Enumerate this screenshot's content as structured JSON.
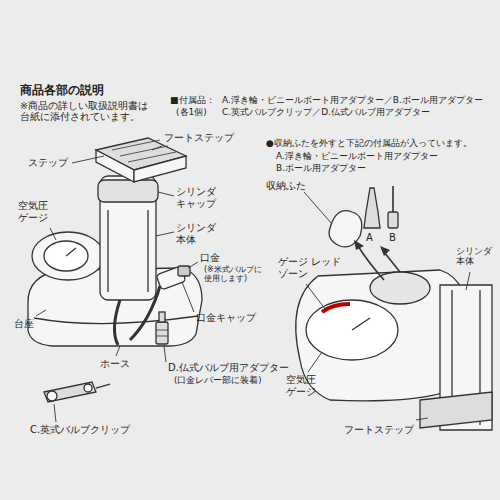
{
  "diagram": {
    "title": "商品各部の説明",
    "labels": [
      "※商品の詳しい取扱説明書は台紙に添付されています。",
      "■付属品：",
      "(各1個)",
      "A.浮き輪・ビニールボート用アダプター／B.ボール用アダプター",
      "C.英式バルブクリップ／D.仏式バルブ用アダプター",
      "フートステップ",
      "ステップ",
      "シリンダ キャップ",
      "シリンダ 本体",
      "空気圧 ゲージ",
      "口金",
      "(※米式バルブに使用します)",
      "口金キャップ",
      "台座",
      "ホース",
      "D.仏式バルブ用アダプター",
      "(口金レバー部に装着)",
      "C.英式バルブクリップ",
      "●収納ふたを外すと下記の付属品が入っています。",
      "A.浮き輪・ビニールボート用アダプター",
      "B.ボール用アダプター",
      "収納ふた",
      "A",
      "B",
      "ゲージ レッドゾーン",
      "シリンダ 本体",
      "空気圧 ゲージ",
      "フートステップ"
    ]
  }
}
